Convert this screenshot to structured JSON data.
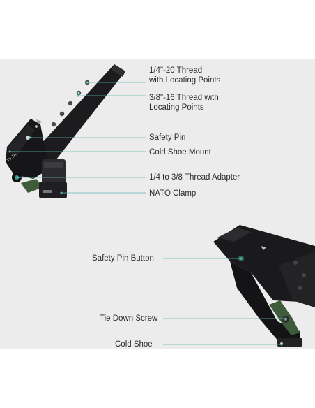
{
  "callouts_top": [
    {
      "lines": [
        "1/4\"-20 Thread",
        "with Locating Points"
      ]
    },
    {
      "lines": [
        "3/8\"-16 Thread with",
        "Locating Points"
      ]
    },
    {
      "lines": [
        "Safety Pin"
      ]
    },
    {
      "lines": [
        "Cold Shoe Mount"
      ]
    },
    {
      "lines": [
        "1/4 to 3/8 Thread Adapter"
      ]
    },
    {
      "lines": [
        "NATO Clamp"
      ]
    }
  ],
  "callouts_bottom": [
    {
      "lines": [
        "Safety Pin Button"
      ]
    },
    {
      "lines": [
        "Tie Down Screw"
      ]
    },
    {
      "lines": [
        "Cold Shoe"
      ]
    }
  ],
  "brand_mark": "TILTA",
  "colors": {
    "background": "#ececec",
    "leader": "#5fb8b4",
    "handle": "#1c1c1e",
    "knob": "#3f5c3a",
    "text": "#2b2b2b"
  }
}
